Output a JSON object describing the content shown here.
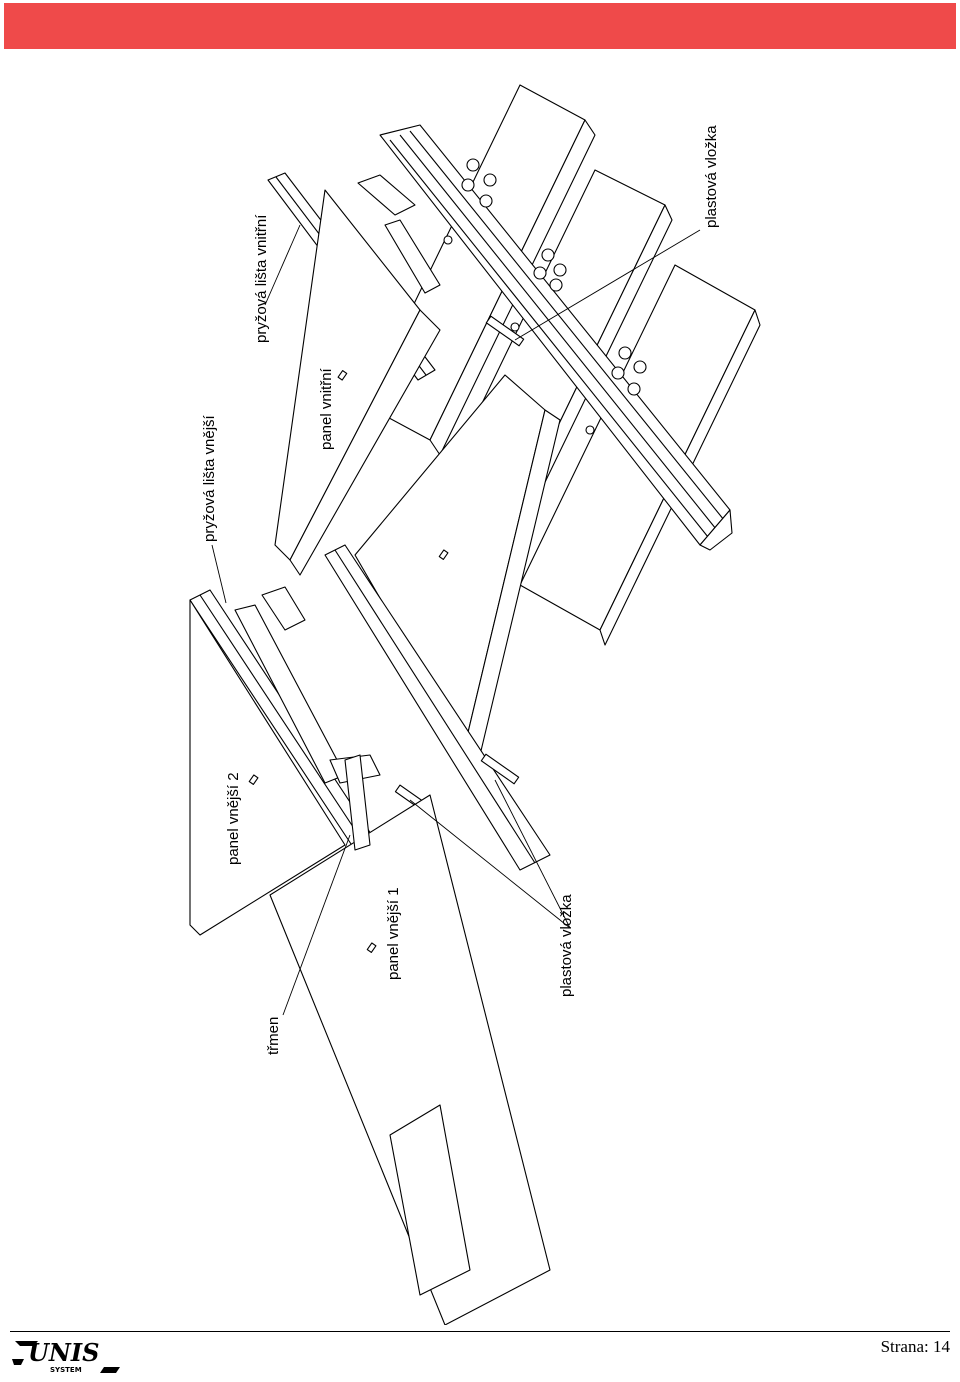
{
  "header": {
    "color": "#ef4a4a"
  },
  "labels": {
    "rubber_strip_outer": "pryžová lišta vnější",
    "rubber_strip_inner": "pryžová lišta vnitřní",
    "panel_inner": "panel vnitřní",
    "panel_outer_2": "panel vnější 2",
    "panel_outer_1": "panel vnější 1",
    "stirrup": "třmen",
    "plastic_insert_top": "plastová vložka",
    "plastic_insert_bottom": "plastová vložka"
  },
  "footer": {
    "logo_text": "UNIS",
    "logo_subtext": "SYSTEM",
    "page_label": "Strana: 14"
  }
}
